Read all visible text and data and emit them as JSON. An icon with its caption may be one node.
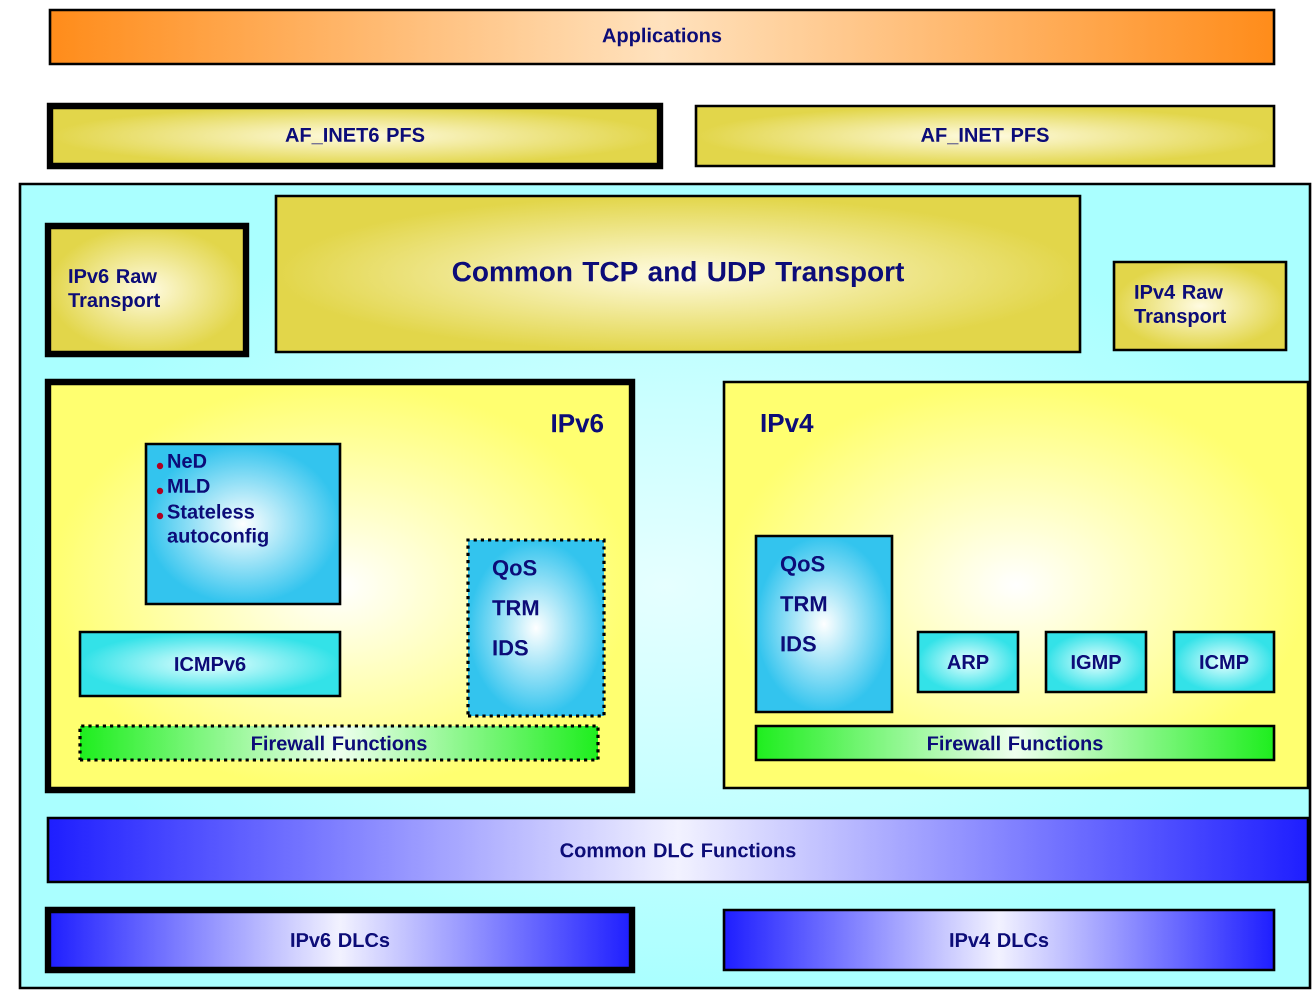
{
  "diagram": {
    "nodes": [
      {
        "text": [
          "Applications"
        ]
      },
      {
        "text": [
          "AF_INET6 PFS"
        ]
      },
      {
        "text": [
          "AF_INET PFS"
        ]
      },
      {
        "text": [],
        "shape": "box"
      },
      {
        "text": [
          "IPv6 Raw Transport"
        ],
        "in": 3
      },
      {
        "text": [
          "Common TCP and UDP Transport"
        ],
        "in": 3
      },
      {
        "text": [
          "IPv4 Raw Transport"
        ],
        "in": 3
      },
      {
        "text": [
          "IPv6"
        ],
        "in": 3
      },
      {
        "text": [
          "NeD",
          "MLD",
          "Stateless autoconfig"
        ],
        "in": 7
      },
      {
        "text": [
          "QoS TRM IDS"
        ],
        "in": 7
      },
      {
        "text": [
          "ICMPv6"
        ],
        "in": 7
      },
      {
        "text": [
          "Firewall Functions"
        ],
        "in": 7
      },
      {
        "text": [
          "IPv4"
        ],
        "in": 3
      },
      {
        "text": [
          "QoS TRM IDS"
        ],
        "in": 12
      },
      {
        "text": [
          "ARP"
        ],
        "in": 12
      },
      {
        "text": [
          "IGMP"
        ],
        "in": 12
      },
      {
        "text": [
          "ICMP"
        ],
        "in": 12
      },
      {
        "text": [
          "Firewall Functions"
        ],
        "in": 12
      },
      {
        "text": [
          "Common DLC Functions"
        ],
        "in": 3
      },
      {
        "text": [
          "IPv6 DLCs"
        ],
        "in": 3
      },
      {
        "text": [
          "IPv4 DLCs"
        ],
        "in": 3
      }
    ]
  }
}
